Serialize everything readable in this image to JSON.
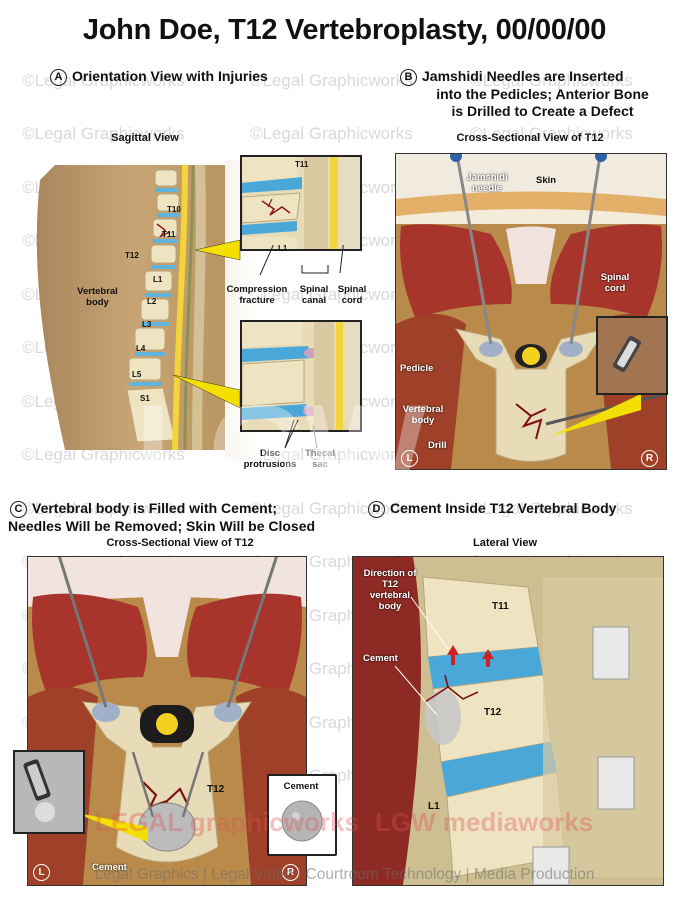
{
  "title": "John Doe, T12 Vertebroplasty, 00/00/00",
  "watermark": "©Legal Graphicworks",
  "footer": "Legal Graphics | Legal Video | Courtroom Technology | Media Production",
  "logo": {
    "letters": "LGW",
    "mediaworks": "LGW mediaworks",
    "legal": "LEGAL graphicworks"
  },
  "panel_a": {
    "letter": "A",
    "title": "Orientation View with Injuries",
    "subtitle": "Sagittal View",
    "vertebrae": [
      "T10",
      "T11",
      "T12",
      "L1",
      "L2",
      "L3",
      "L4",
      "L5",
      "S1"
    ],
    "vertebral_body": "Vertebral body",
    "inset_top": {
      "t11": "T11",
      "l1": "L1"
    },
    "compression_fracture": "Compression fracture",
    "spinal_canal": "Spinal canal",
    "spinal_cord": "Spinal cord",
    "disc_protrusions": "Disc protrusions",
    "thecal_sac": "Thecal sac"
  },
  "panel_b": {
    "letter": "B",
    "title_lines": [
      "Jamshidi Needles are Inserted",
      "into the Pedicles; Anterior Bone",
      "is Drilled to Create a Defect"
    ],
    "subtitle": "Cross-Sectional View of T12",
    "jamshidi_needle": "Jamshidi needle",
    "skin": "Skin",
    "spinal_cord": "Spinal cord",
    "pedicle": "Pedicle",
    "vertebral_body": "Vertebral body",
    "drill": "Drill",
    "left_mark": "L",
    "right_mark": "R"
  },
  "panel_c": {
    "letter": "C",
    "title_lines": [
      "Vertebral body is Filled with Cement;",
      "Needles Will be Removed; Skin Will be Closed"
    ],
    "subtitle": "Cross-Sectional View of T12",
    "t12": "T12",
    "cement": "Cement",
    "cement_inset": "Cement",
    "left_mark": "L",
    "right_mark": "R"
  },
  "panel_d": {
    "letter": "D",
    "title": "Cement Inside T12 Vertebral Body",
    "subtitle": "Lateral View",
    "direction_label": "Direction of T12 vertebral body",
    "t11": "T11",
    "t12": "T12",
    "l1": "L1",
    "cement": "Cement"
  },
  "colors": {
    "muscle": "#9a2e2a",
    "bone": "#e8dcb8",
    "disc": "#4aa8d8",
    "cord": "#f2d21e",
    "fat": "#e9cf8a",
    "skin": "#c9a06a"
  }
}
